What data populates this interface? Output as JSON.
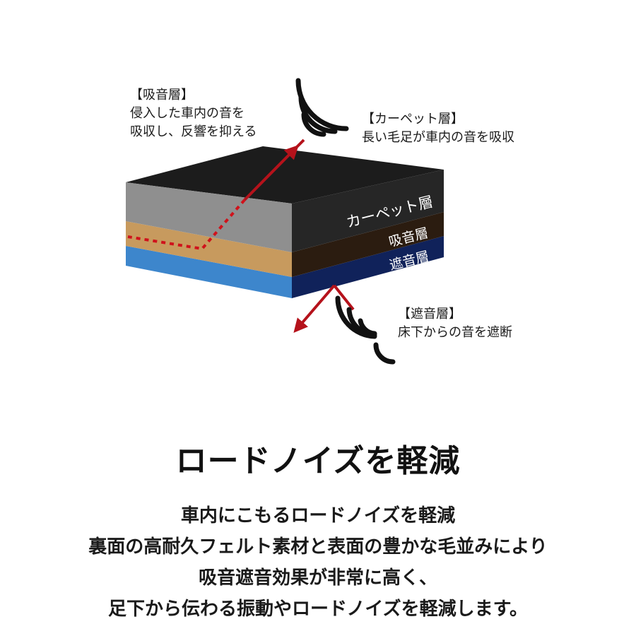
{
  "annotations": {
    "absorb": {
      "title": "【吸音層】",
      "lines": [
        "侵入した車内の音を",
        "吸収し、反響を抑える"
      ]
    },
    "carpet": {
      "title": "【カーペット層】",
      "lines": [
        "長い毛足が車内の音を吸収"
      ]
    },
    "insulation": {
      "title": "【遮音層】",
      "lines": [
        "床下からの音を遮断"
      ]
    }
  },
  "layers": {
    "carpet_label": "カーペット層",
    "absorb_label": "吸音層",
    "insulation_label": "遮音層"
  },
  "colors": {
    "carpet_top": "#1c1c1c",
    "carpet_front": "#8f8f8f",
    "carpet_side": "#262626",
    "absorb_front": "#c79a5e",
    "absorb_side": "#2b1c10",
    "insulation_front": "#3d86cc",
    "insulation_side": "#10225a",
    "arrow_red": "#b5121b"
  },
  "icons": {
    "sound_waves_top": "sound-waves-icon",
    "sound_waves_bottom": "sound-waves-icon"
  },
  "headline": "ロードノイズを軽減",
  "body": [
    "車内にこもるロードノイズを軽減",
    "裏面の高耐久フェルト素材と表面の豊かな毛並みにより",
    "吸音遮音効果が非常に高く、",
    "足下から伝わる振動やロードノイズを軽減します。"
  ]
}
